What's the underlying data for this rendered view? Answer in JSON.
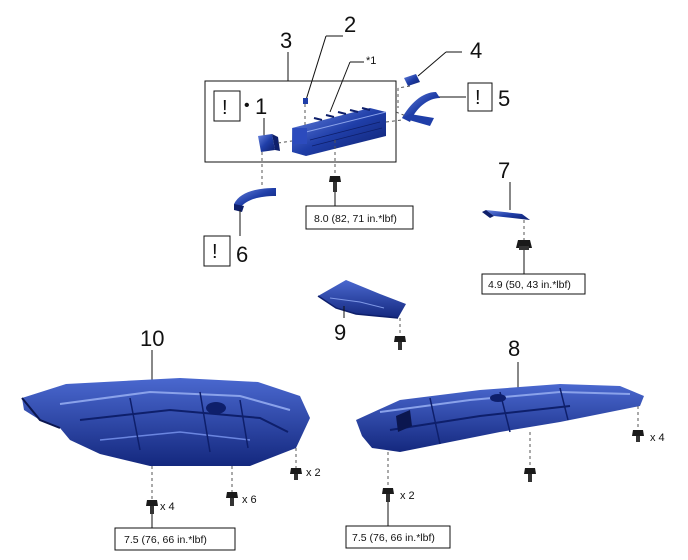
{
  "callouts": {
    "c1": "1",
    "c2": "2",
    "c3": "3",
    "c4": "4",
    "c5": "5",
    "c6": "6",
    "c7": "7",
    "c8": "8",
    "c9": "9",
    "c10": "10",
    "star1": "*1"
  },
  "notice_symbol": "!",
  "bullet": "•",
  "torques": {
    "t1": "8.0 (82, 71 in.*lbf)",
    "t2": "4.9 (50, 43 in.*lbf)",
    "t3": "7.5 (76, 66 in.*lbf)",
    "t4": "7.5 (76, 66 in.*lbf)"
  },
  "quantities": {
    "q1": "x 4",
    "q2": "x 6",
    "q3": "x 2",
    "q4": "x 2",
    "q5": "x 4"
  },
  "colors": {
    "part_blue": "#1f3ea8",
    "part_dark": "#0e1f6b",
    "part_light": "#5a78d6"
  }
}
